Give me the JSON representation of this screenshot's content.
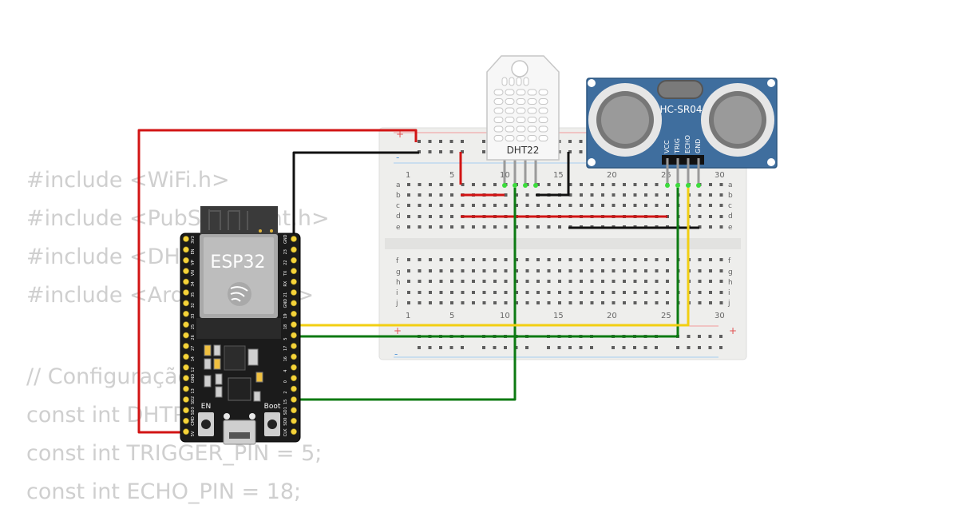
{
  "code_lines": [
    "#include <WiFi.h>",
    "#include <PubSubClient.h>",
    "#include <DHT.h>",
    "#include <ArduinoJson.h>",
    "",
    "// Configuração dos pinos",
    "const int DHTPIN = 15;",
    "const int TRIGGER_PIN = 5;",
    "const int ECHO_PIN = 18;"
  ],
  "esp32": {
    "label": "ESP32",
    "en_label": "EN",
    "boot_label": "Boot",
    "left_pins": [
      "3V3",
      "EN",
      "VP",
      "VN",
      "34",
      "35",
      "32",
      "33",
      "25",
      "26",
      "27",
      "14",
      "12",
      "GND",
      "13",
      "SD2",
      "SD3",
      "CMD",
      "5V"
    ],
    "right_pins": [
      "GND",
      "23",
      "22",
      "TX",
      "RX",
      "21",
      "GND",
      "19",
      "18",
      "5",
      "17",
      "16",
      "4",
      "0",
      "2",
      "15",
      "SD1",
      "SD0",
      "CLK"
    ]
  },
  "dht22": {
    "label": "DHT22"
  },
  "hcsr04": {
    "label": "HC-SR04",
    "pins": [
      "VCC",
      "TRIG",
      "ECHO",
      "GND"
    ]
  },
  "breadboard": {
    "row_letters_top": [
      "a",
      "b",
      "c",
      "d",
      "e"
    ],
    "row_letters_bottom": [
      "f",
      "g",
      "h",
      "i",
      "j"
    ],
    "column_numbers": [
      "1",
      "5",
      "10",
      "15",
      "20",
      "25",
      "30"
    ],
    "plus": "+",
    "minus": "-"
  },
  "wire_colors": {
    "red": "#d21414",
    "black": "#111111",
    "green": "#0c7a12",
    "yellow": "#f2cf12"
  }
}
